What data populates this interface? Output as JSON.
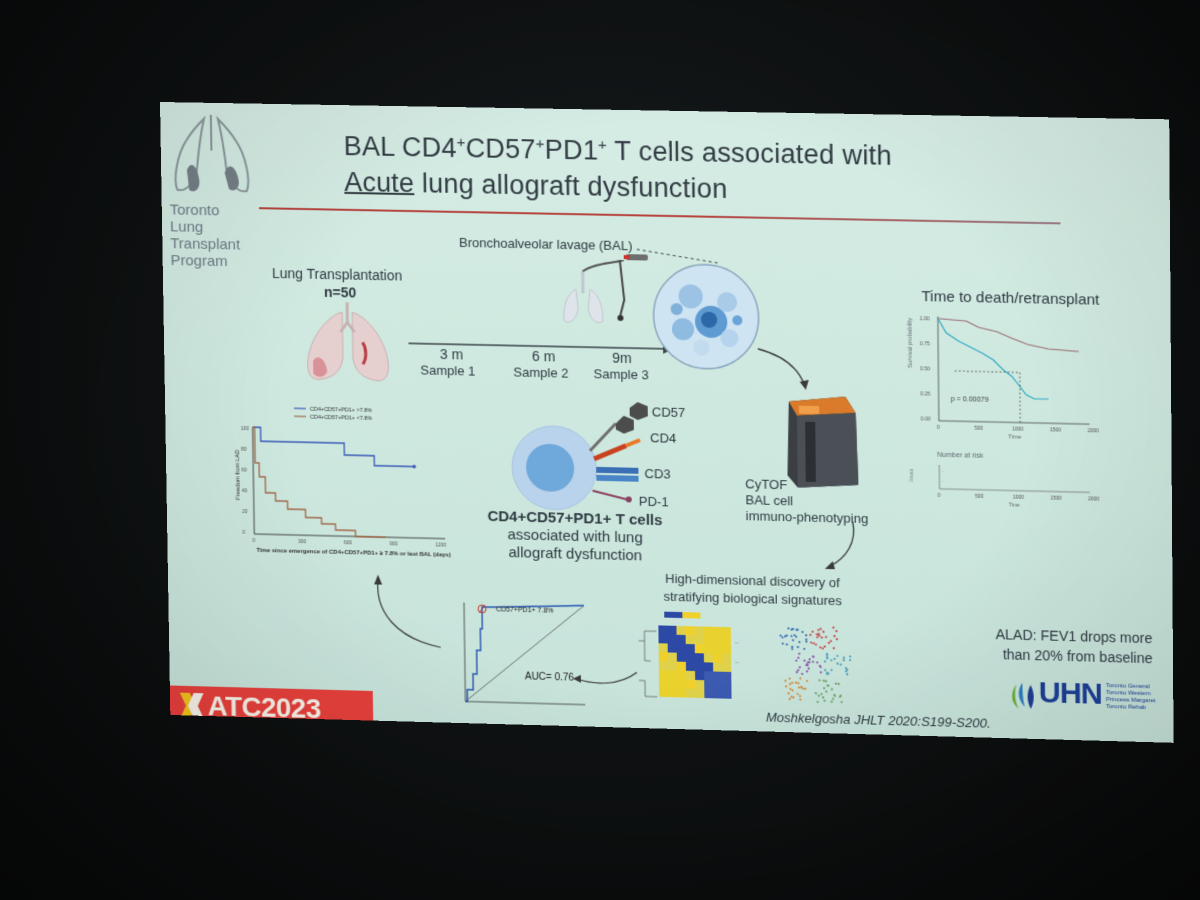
{
  "slide": {
    "title_line1_parts": [
      "BAL CD4",
      "+",
      "CD57",
      "+",
      "PD1",
      "+",
      " T cells associated with"
    ],
    "title_line2_underlined": "Acute",
    "title_line2_rest": " lung allograft dysfunction",
    "program_name": [
      "Toronto",
      "Lung",
      "Transplant",
      "Program"
    ],
    "bal_label": "Bronchoalveolar lavage (BAL)",
    "lung_tx_label": "Lung Transplantation",
    "n_label": "n=50",
    "timeline": [
      {
        "time": "3 m",
        "sample": "Sample 1"
      },
      {
        "time": "6 m",
        "sample": "Sample 2"
      },
      {
        "time": "9m",
        "sample": "Sample 3"
      }
    ],
    "survival_title": "Time to death/retransplant",
    "survival_ylabel": "Survival probability",
    "survival_pvalue": "p = 0.00079",
    "survival_xlabel": "Time",
    "survival_xticks": [
      "0",
      "500",
      "1000",
      "1500",
      "2000"
    ],
    "survival_yticks": [
      "1.00",
      "0.75",
      "0.50",
      "0.25",
      "0.00"
    ],
    "risk_label": "Number at risk",
    "risk_side_label": "Strata",
    "risk_xticks": [
      "0",
      "500",
      "1000",
      "1500",
      "2000"
    ],
    "risk_xlabel": "Time",
    "km_legend": [
      "CD4+CD57+PD1+ >7.8%",
      "CD4+CD57+PD1+ <7.8%"
    ],
    "km_ylabel": "Freedom from LAD",
    "km_xlabel": "Time since emergence of CD4+CD57+PD1+ ≥ 7.8% or last BAL (days)",
    "km_yticks": [
      "100",
      "80",
      "60",
      "40",
      "20",
      "0"
    ],
    "km_xticks": [
      "0",
      "300",
      "600",
      "900",
      "1200"
    ],
    "markers": [
      "CD57",
      "CD4",
      "CD3",
      "PD-1"
    ],
    "tcell_caption": [
      "CD4+CD57+PD1+ T cells",
      "associated with lung",
      "allograft dysfunction"
    ],
    "cytof_label": [
      "CyTOF",
      "BAL cell",
      "immuno-phenotyping"
    ],
    "discovery_label": [
      "High-dimensional discovery of",
      "stratifying biological signatures"
    ],
    "roc_label": "CD57+PD1+ 7.8%",
    "auc_label": "AUC= 0.76",
    "alad_note": [
      "ALAD: FEV1 drops more",
      "than 20% from baseline"
    ],
    "citation": "Moshkelgosha JHLT 2020:S199-S200.",
    "conference_logo": "ATC2023",
    "uhn_logo": "UHN",
    "uhn_sites": [
      "Toronto General",
      "Toronto Western",
      "Princess Margaret",
      "Toronto Rehab"
    ]
  },
  "colors": {
    "slide_bg": "#cfe9e0",
    "title_text": "#333c44",
    "title_rule": "#b6433e",
    "km_high_line": "#3a59b8",
    "km_low_line": "#a2694a",
    "survival_top_line": "#9b6e73",
    "survival_bottom_line": "#2fa9c4",
    "atc_bg": "#e6403c",
    "atc_year": "#f2c31c",
    "uhn_blue": "#1d3f95"
  }
}
